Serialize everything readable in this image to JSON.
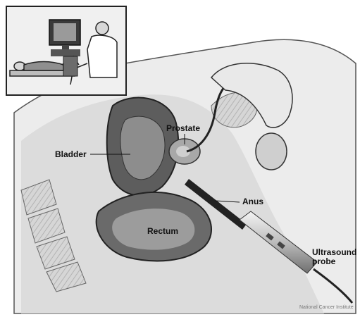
{
  "labels": {
    "prostate": "Prostate",
    "bladder": "Bladder",
    "anus": "Anus",
    "rectum": "Rectum",
    "probe_line1": "Ultrasound",
    "probe_line2": "probe"
  },
  "credit": "National Cancer Institute",
  "colors": {
    "background": "#ffffff",
    "tissue_light": "#e6e6e6",
    "tissue_mid": "#bdbdbd",
    "tissue_dark": "#6e6e6e",
    "outline": "#333333"
  }
}
